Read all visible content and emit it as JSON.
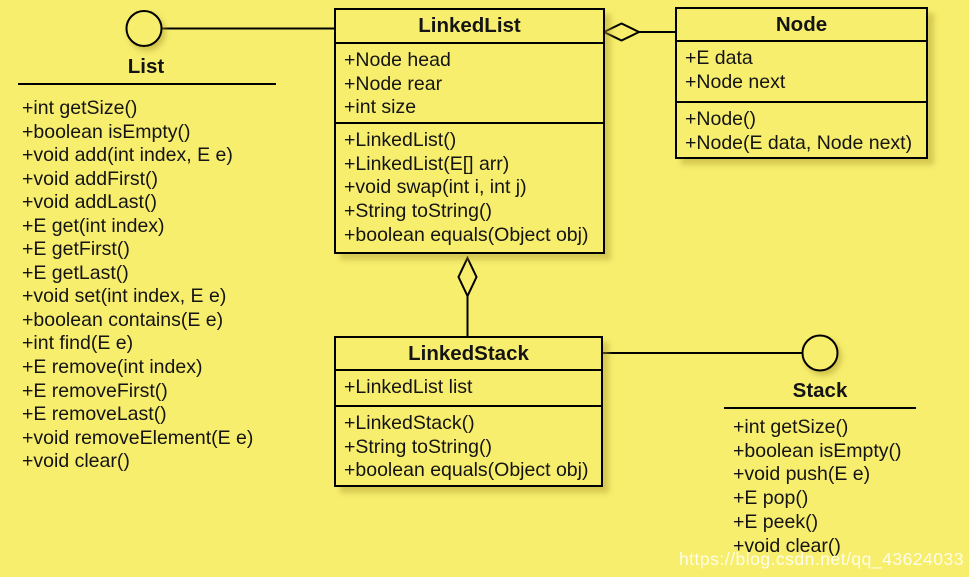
{
  "colors": {
    "background": "#F7EE6E",
    "line": "#000000",
    "text": "#141414",
    "watermark": "#FFFFFF"
  },
  "icons": {
    "interface_lollipop": "circle",
    "aggregation_diamond": "hollow-diamond"
  },
  "interfaces": {
    "list": {
      "name": "List",
      "methods": [
        "+int getSize()",
        "+boolean isEmpty()",
        "+void add(int index, E e)",
        "+void addFirst()",
        "+void addLast()",
        "+E get(int index)",
        "+E getFirst()",
        "+E getLast()",
        "+void set(int index, E e)",
        "+boolean contains(E e)",
        "+int find(E e)",
        "+E remove(int index)",
        "+E removeFirst()",
        "+E removeLast()",
        "+void removeElement(E e)",
        "+void clear()"
      ]
    },
    "stack": {
      "name": "Stack",
      "methods": [
        "+int getSize()",
        "+boolean isEmpty()",
        "+void push(E e)",
        "+E pop()",
        "+E peek()",
        "+void clear()"
      ]
    }
  },
  "classes": {
    "linkedlist": {
      "name": "LinkedList",
      "fields": [
        "+Node head",
        "+Node rear",
        "+int size"
      ],
      "methods": [
        "+LinkedList()",
        "+LinkedList(E[] arr)",
        "+void swap(int i, int j)",
        "+String toString()",
        "+boolean equals(Object obj)"
      ]
    },
    "node": {
      "name": "Node",
      "fields": [
        "+E data",
        "+Node next"
      ],
      "methods": [
        "+Node()",
        "+Node(E data, Node next)"
      ]
    },
    "linkedstack": {
      "name": "LinkedStack",
      "fields": [
        "+LinkedList list"
      ],
      "methods": [
        "+LinkedStack()",
        "+String toString()",
        "+boolean equals(Object obj)"
      ]
    }
  },
  "watermark": "https://blog.csdn.net/qq_43624033"
}
